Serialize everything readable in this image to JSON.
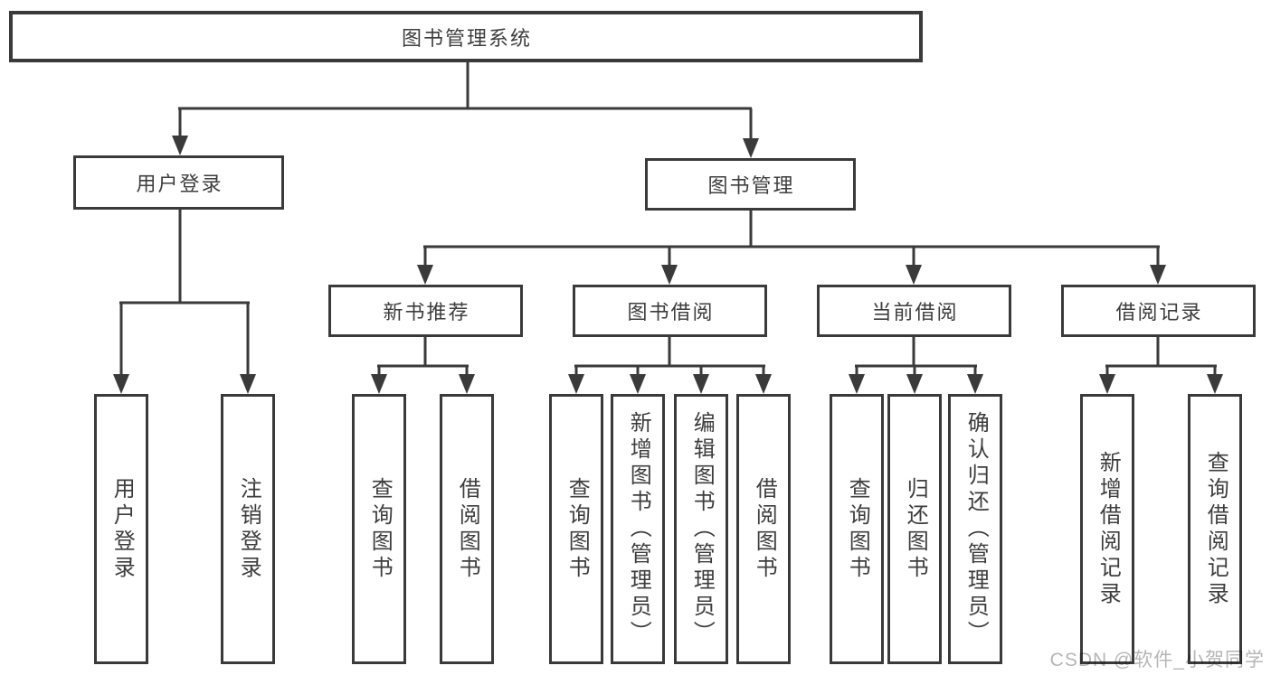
{
  "diagram": {
    "root": {
      "label": "图书管理系统"
    },
    "level2": [
      {
        "label": "用户登录"
      },
      {
        "label": "图书管理"
      }
    ],
    "level3": [
      {
        "label": "新书推荐"
      },
      {
        "label": "图书借阅"
      },
      {
        "label": "当前借阅"
      },
      {
        "label": "借阅记录"
      }
    ],
    "leaves": [
      {
        "label": "用户登录"
      },
      {
        "label": "注销登录"
      },
      {
        "label": "查询图书"
      },
      {
        "label": "借阅图书"
      },
      {
        "label": "查询图书"
      },
      {
        "label": "新增图书（管理员）"
      },
      {
        "label": "编辑图书（管理员）"
      },
      {
        "label": "借阅图书"
      },
      {
        "label": "查询图书"
      },
      {
        "label": "归还图书"
      },
      {
        "label": "确认归还（管理员）"
      },
      {
        "label": "新增借阅记录"
      },
      {
        "label": "查询借阅记录"
      }
    ],
    "watermark": {
      "label": "CSDN @软件_小贺同学"
    },
    "colors": {
      "line": "#3a3a3a",
      "text": "#3d3d3d",
      "watermark": "#b6b6b6",
      "background": "#ffffff"
    }
  }
}
